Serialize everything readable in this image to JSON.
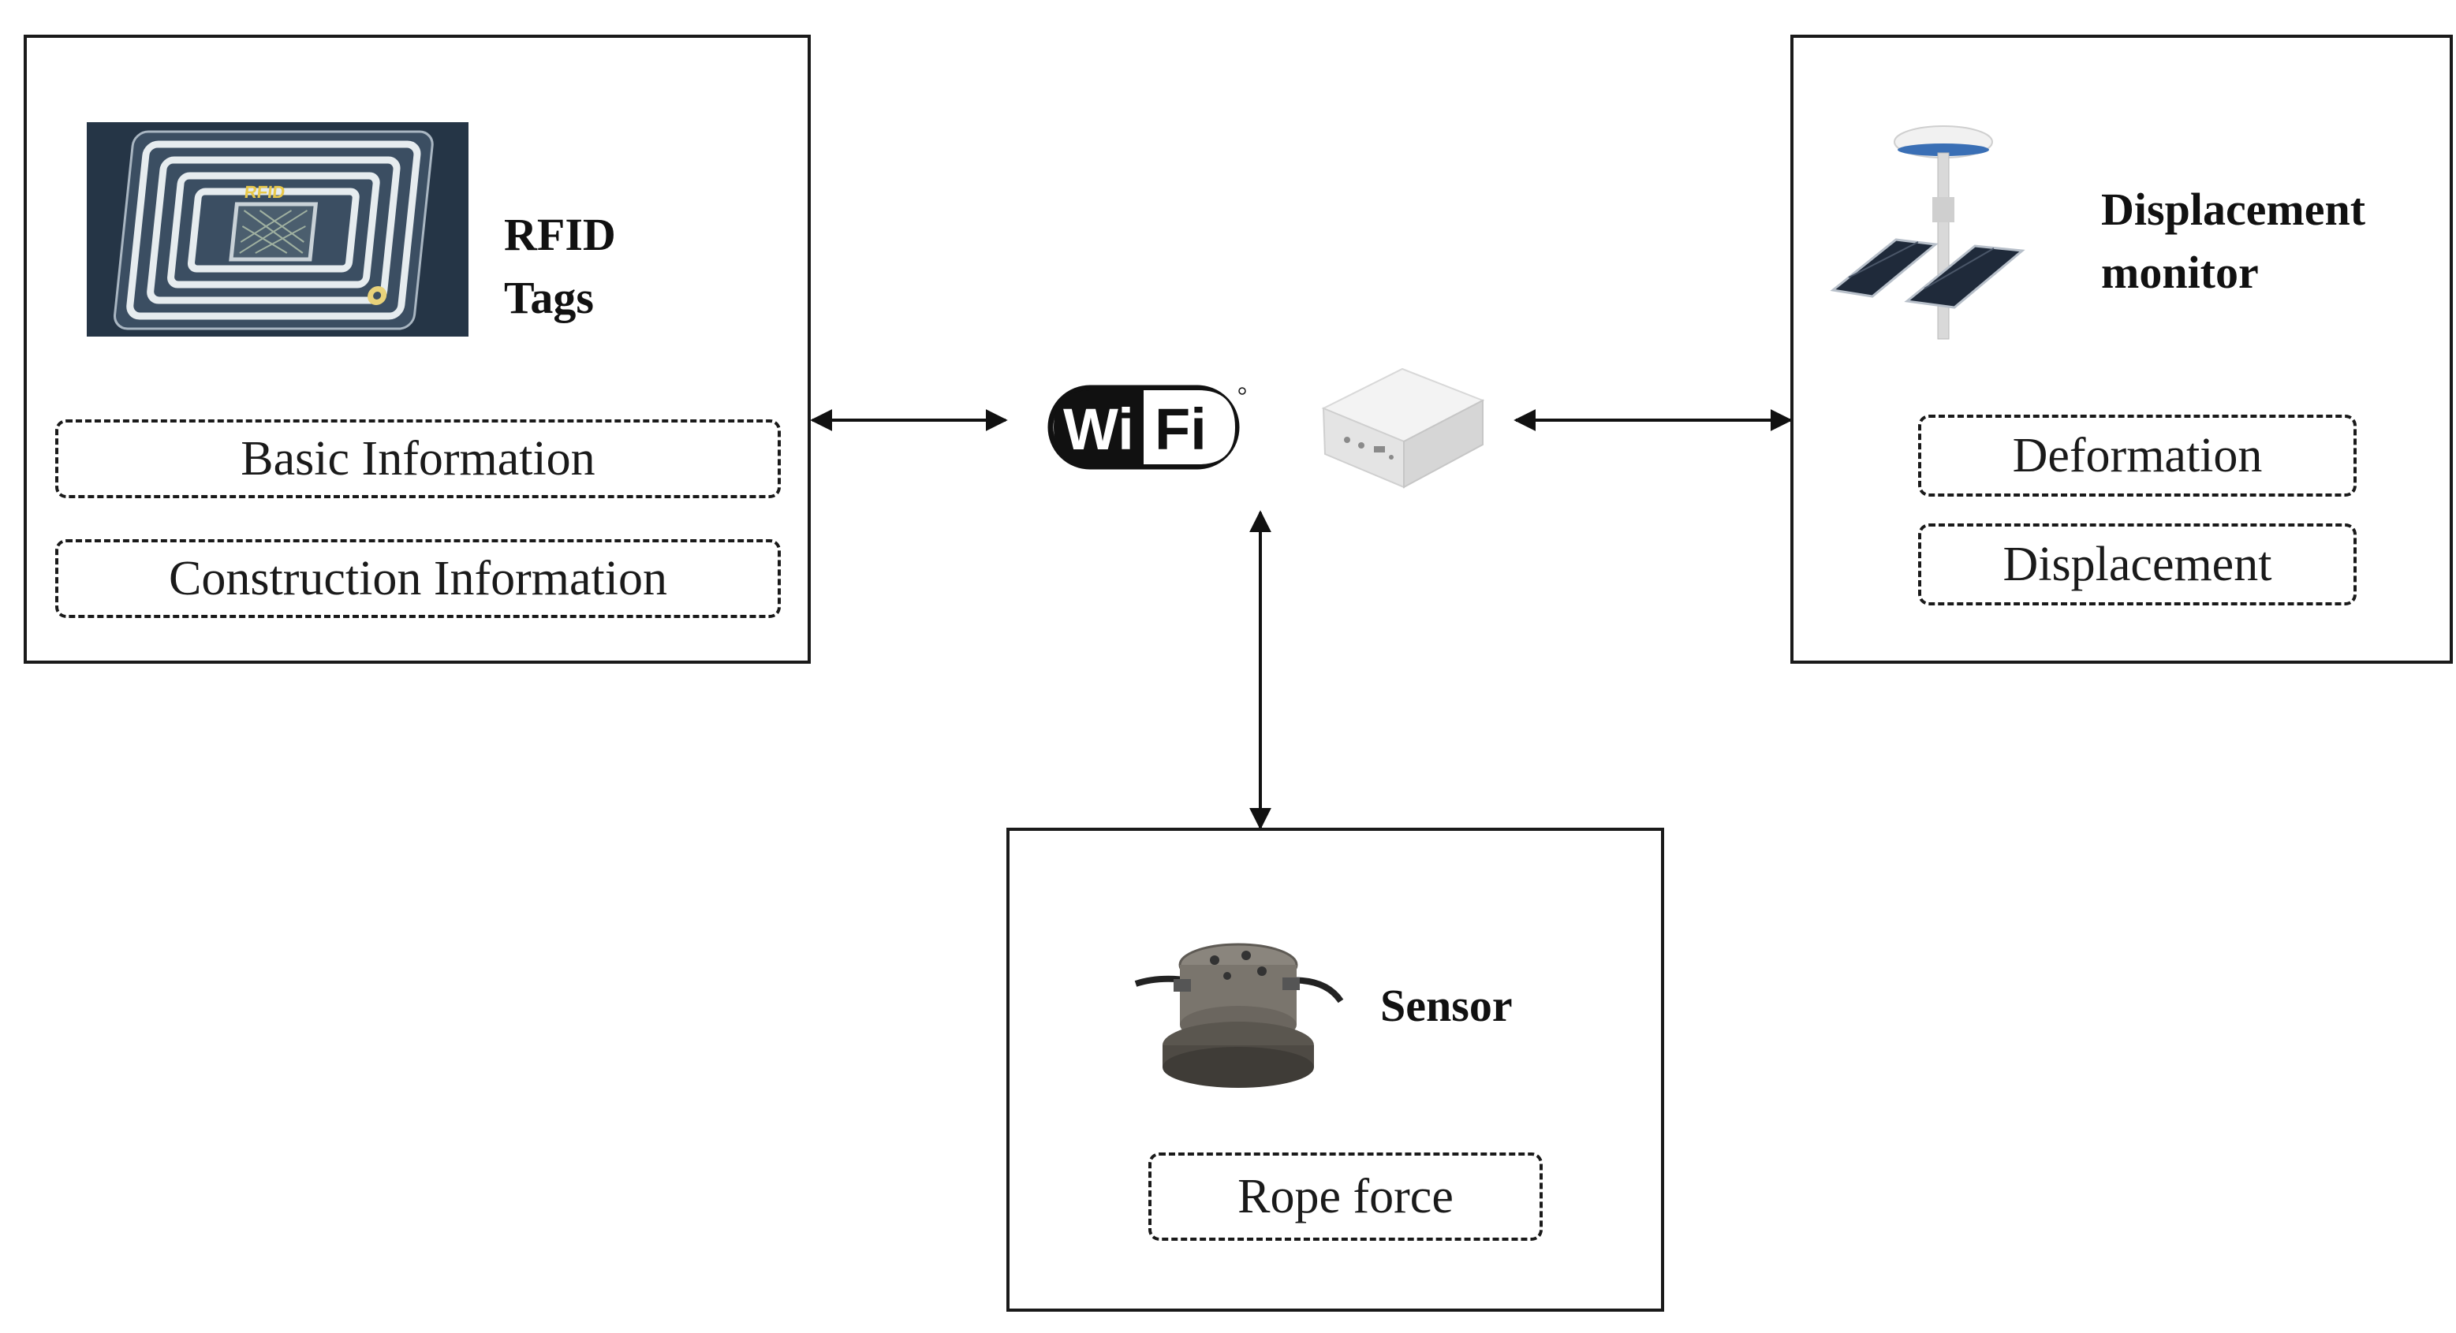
{
  "rfid": {
    "title_line1": "RFID",
    "title_line2": "Tags",
    "fields": [
      "Basic Information",
      "Construction Information"
    ],
    "image_text": "RFID"
  },
  "displacement": {
    "title_line1": "Displacement",
    "title_line2": "monitor",
    "fields": [
      "Deformation",
      "Displacement"
    ]
  },
  "sensor": {
    "title": "Sensor",
    "fields": [
      "Rope force"
    ]
  },
  "hub": {
    "wifi_left": "Wi",
    "wifi_right": "Fi"
  }
}
